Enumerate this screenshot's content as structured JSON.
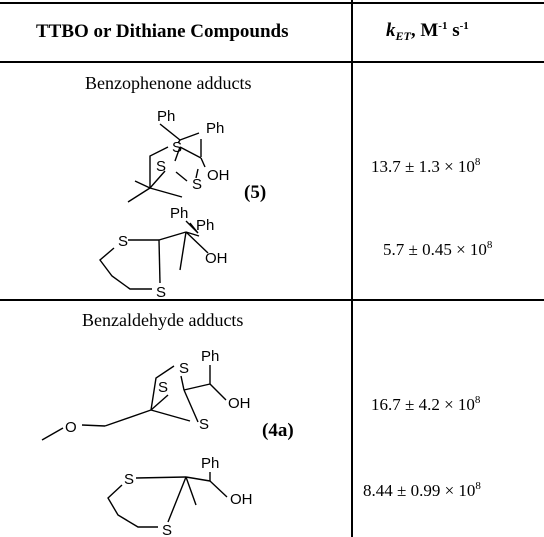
{
  "table": {
    "header": {
      "col1": "TTBO or Dithiane Compounds",
      "col2_symbol": "k",
      "col2_sub": "ET",
      "col2_units": ", M",
      "col2_exp1": "-1",
      "col2_s": " s",
      "col2_exp2": "-1"
    },
    "sections": [
      {
        "title": "Benzophenone adducts",
        "rows": [
          {
            "compound_label": "(5)",
            "k_mantissa": "13.7 ± 1.3 × 10",
            "k_exp": "8"
          },
          {
            "compound_label": "",
            "k_mantissa": "5.7 ± 0.45 × 10",
            "k_exp": "8"
          }
        ]
      },
      {
        "title": "Benzaldehyde adducts",
        "rows": [
          {
            "compound_label": "(4a)",
            "k_mantissa": "16.7 ± 4.2 × 10",
            "k_exp": "8"
          },
          {
            "compound_label": "",
            "k_mantissa": "8.44 ± 0.99 × 10",
            "k_exp": "8"
          }
        ]
      }
    ]
  },
  "atoms": {
    "ph": "Ph",
    "s": "S",
    "oh": "OH",
    "o": "O"
  }
}
